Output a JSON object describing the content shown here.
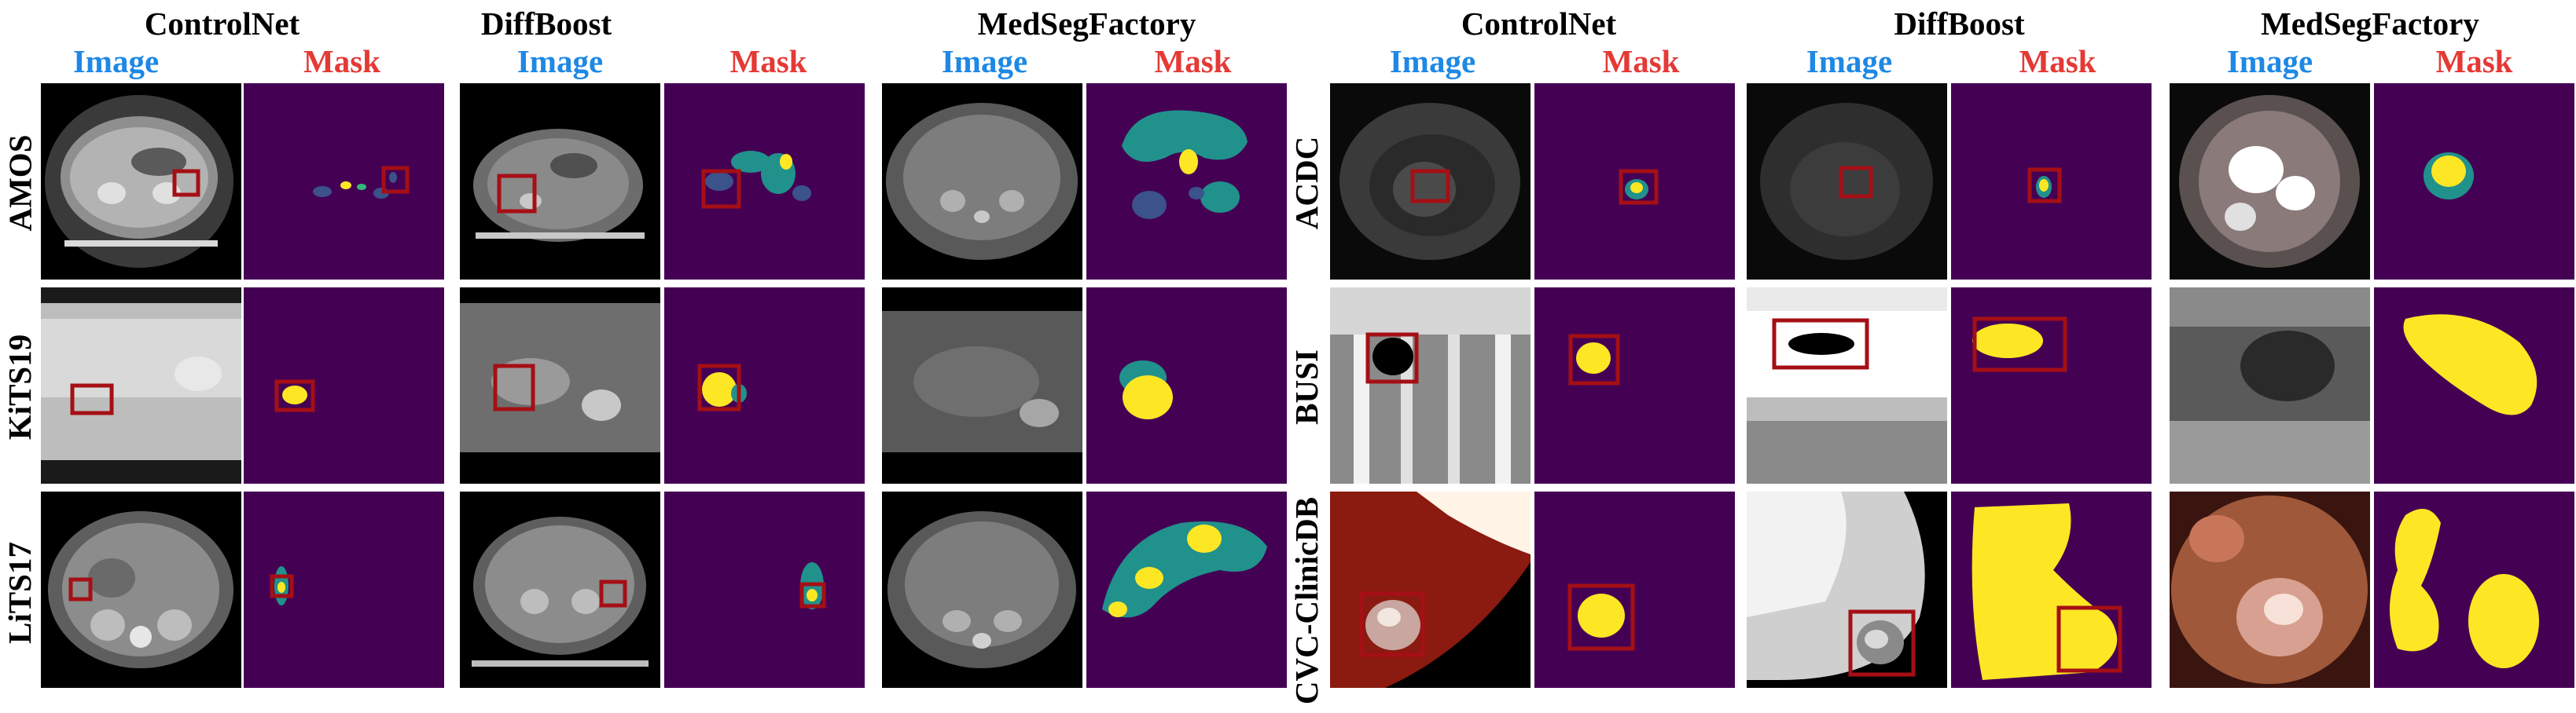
{
  "left_group": {
    "methods": [
      "ControlNet",
      "DiffBoost",
      "MedSegFactory"
    ],
    "image_label": "Image",
    "mask_label": "Mask",
    "rows": [
      "AMOS",
      "KiTS19",
      "LiTS17"
    ]
  },
  "right_group": {
    "methods": [
      "ControlNet",
      "DiffBoost",
      "MedSegFactory"
    ],
    "image_label": "Image",
    "mask_label": "Mask",
    "rows": [
      "ACDC",
      "BUSI",
      "CVC-ClinicDB"
    ]
  },
  "colors": {
    "image_label": "#1e88e5",
    "mask_label": "#e53935",
    "mask_background": "#440154",
    "mask_yellow": "#fde725",
    "mask_teal": "#21918c",
    "mask_green": "#35b779",
    "mask_blue": "#3b528b",
    "highlight_box": "#a50f15"
  }
}
